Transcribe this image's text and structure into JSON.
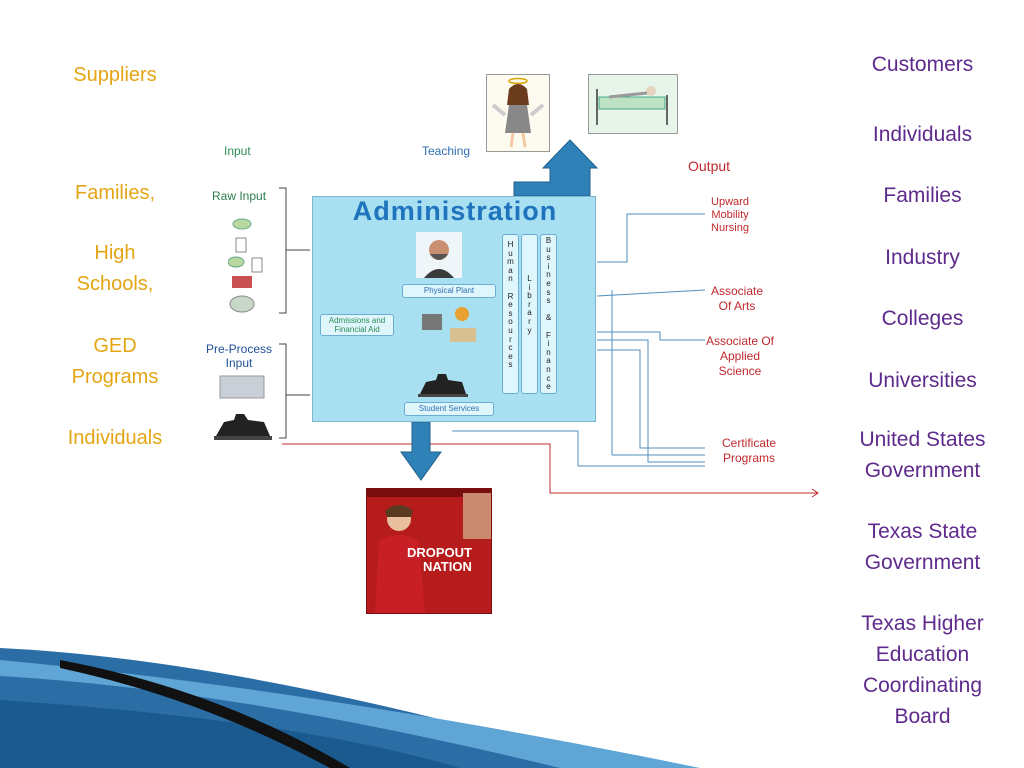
{
  "suppliers": {
    "heading": "Suppliers",
    "items": [
      "Families,",
      "High Schools,",
      "GED Programs",
      "Individuals"
    ]
  },
  "customers": {
    "heading": "Customers",
    "items": [
      "Individuals",
      "Families",
      "Industry",
      "Colleges",
      "Universities",
      "United States Government",
      "Texas State Government",
      "Texas Higher Education Coordinating Board"
    ]
  },
  "input_label": "Input",
  "teaching_label": "Teaching",
  "output_label": "Output",
  "raw_input_label": "Raw Input",
  "preprocess_label": "Pre-Process Input",
  "admin": {
    "title": "Administration",
    "physical_plant": "Physical Plant",
    "admissions": "Admissions and Financial Aid",
    "student_services": "Student Services",
    "hr_letters": [
      "H",
      "u",
      "m",
      "a",
      "n",
      "",
      "R",
      "e",
      "s",
      "o",
      "u",
      "r",
      "c",
      "e",
      "s"
    ],
    "library_letters": [
      "L",
      "i",
      "b",
      "r",
      "a",
      "r",
      "y"
    ],
    "business_letters": [
      "B",
      "u",
      "s",
      "i",
      "n",
      "e",
      "s",
      "s",
      "",
      "&",
      "",
      "F",
      "i",
      "n",
      "a",
      "n",
      "c",
      "e"
    ]
  },
  "outputs": [
    "Upward Mobility Nursing",
    "Associate Of Arts",
    "Associate Of Applied Science",
    "Certificate Programs"
  ],
  "magazine": {
    "line1": "DROPOUT",
    "line2": "NATION"
  },
  "colors": {
    "supplier_gold": "#e3a514",
    "customer_purple": "#5e2a8c",
    "output_red": "#c0282d",
    "admin_bg": "#a8e0f2",
    "arrow_blue": "#2f82b8"
  }
}
